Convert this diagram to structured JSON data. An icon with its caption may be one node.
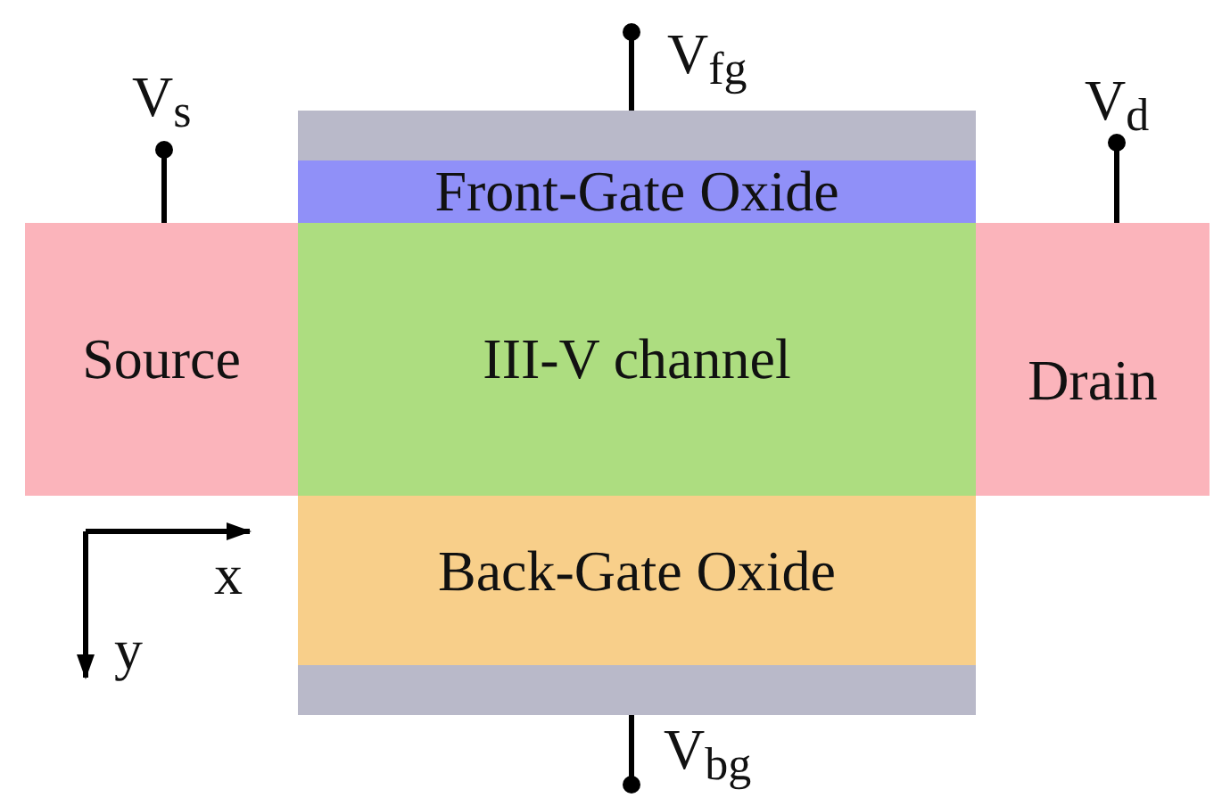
{
  "diagram": {
    "nodes": [
      {
        "text": [
          "V$_{fg}$"
        ]
      },
      {
        "text": [
          "V$_{s}$"
        ]
      },
      {
        "text": [
          "V$_{d}$"
        ]
      },
      {
        "text": [],
        "shape": "bar"
      },
      {
        "text": [
          "Front-Gate Oxide"
        ]
      },
      {
        "text": [
          "Source"
        ]
      },
      {
        "text": [
          "III-V channel"
        ]
      },
      {
        "text": [
          "Drain"
        ]
      },
      {
        "text": [
          "Back-Gate Oxide"
        ]
      },
      {
        "text": [],
        "shape": "bar"
      },
      {
        "text": [
          "V$_{bg}$"
        ]
      }
    ],
    "edges": [
      {
        "from": 0,
        "to": 3,
        "arrow": "other"
      },
      {
        "from": 1,
        "to": 5,
        "arrow": "other"
      },
      {
        "from": 2,
        "to": 7,
        "arrow": "other"
      },
      {
        "from": 10,
        "to": 9,
        "arrow": "other"
      }
    ],
    "labels": [
      "x",
      "y"
    ]
  }
}
